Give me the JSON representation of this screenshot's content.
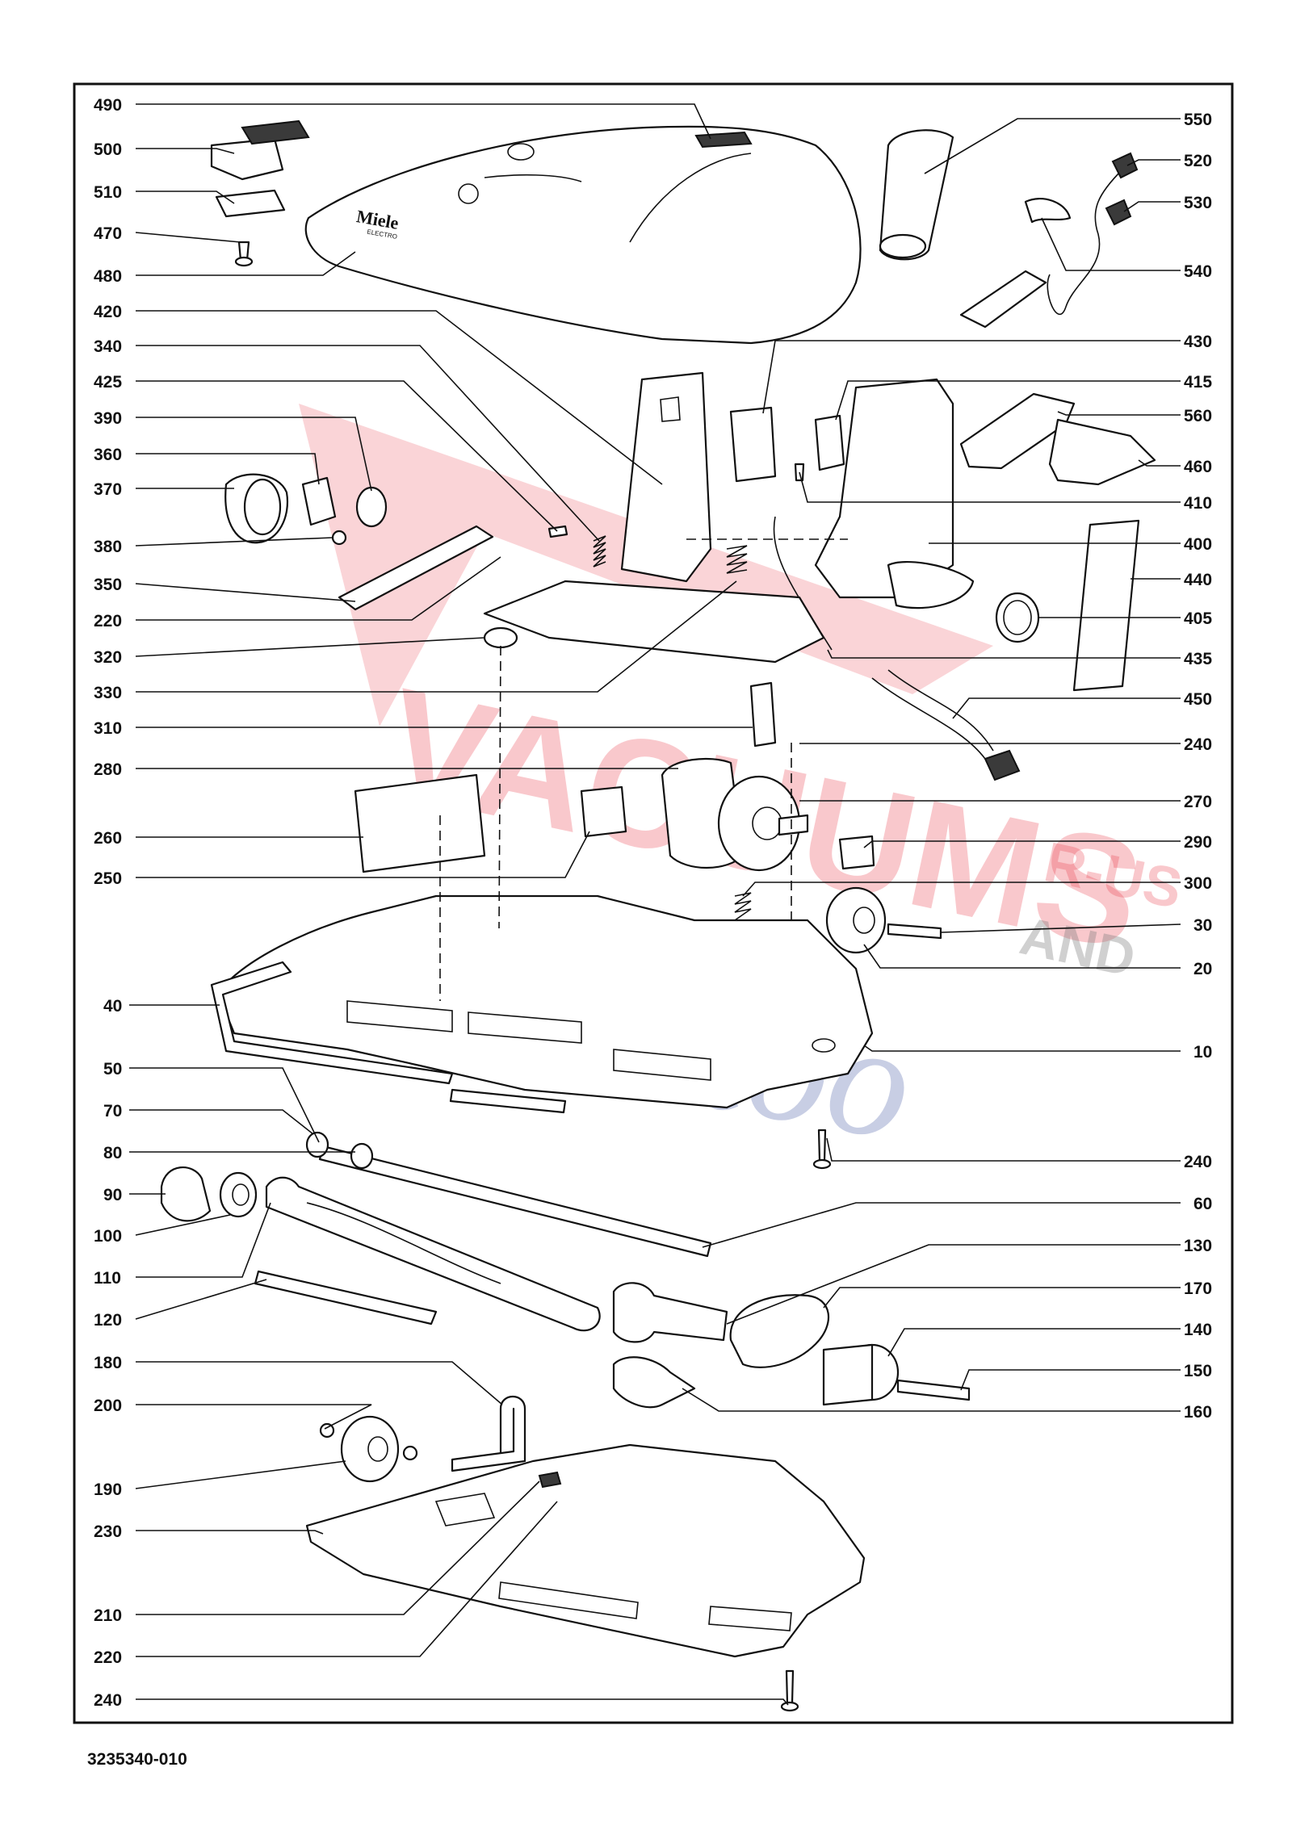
{
  "brand": {
    "name": "Miele",
    "sub": "ELECTRO"
  },
  "watermark": {
    "main": "VACUUMS",
    "suffix": "R-US",
    "conjunction": "AND",
    "script": "Sews too",
    "main_color": "#ea3b47",
    "script_color": "#34499a"
  },
  "left_callouts": [
    "490",
    "500",
    "510",
    "470",
    "480",
    "420",
    "340",
    "425",
    "390",
    "360",
    "370",
    "380",
    "350",
    "220",
    "320",
    "330",
    "310",
    "280",
    "260",
    "250",
    "40",
    "50",
    "70",
    "80",
    "90",
    "100",
    "110",
    "120",
    "180",
    "200",
    "190",
    "230",
    "210",
    "220",
    "240"
  ],
  "right_callouts": [
    "550",
    "520",
    "530",
    "540",
    "430",
    "415",
    "560",
    "460",
    "410",
    "400",
    "440",
    "405",
    "435",
    "450",
    "240",
    "270",
    "290",
    "300",
    "30",
    "20",
    "10",
    "240",
    "60",
    "130",
    "170",
    "140",
    "150",
    "160"
  ],
  "footer": {
    "code": "3235340-010"
  }
}
